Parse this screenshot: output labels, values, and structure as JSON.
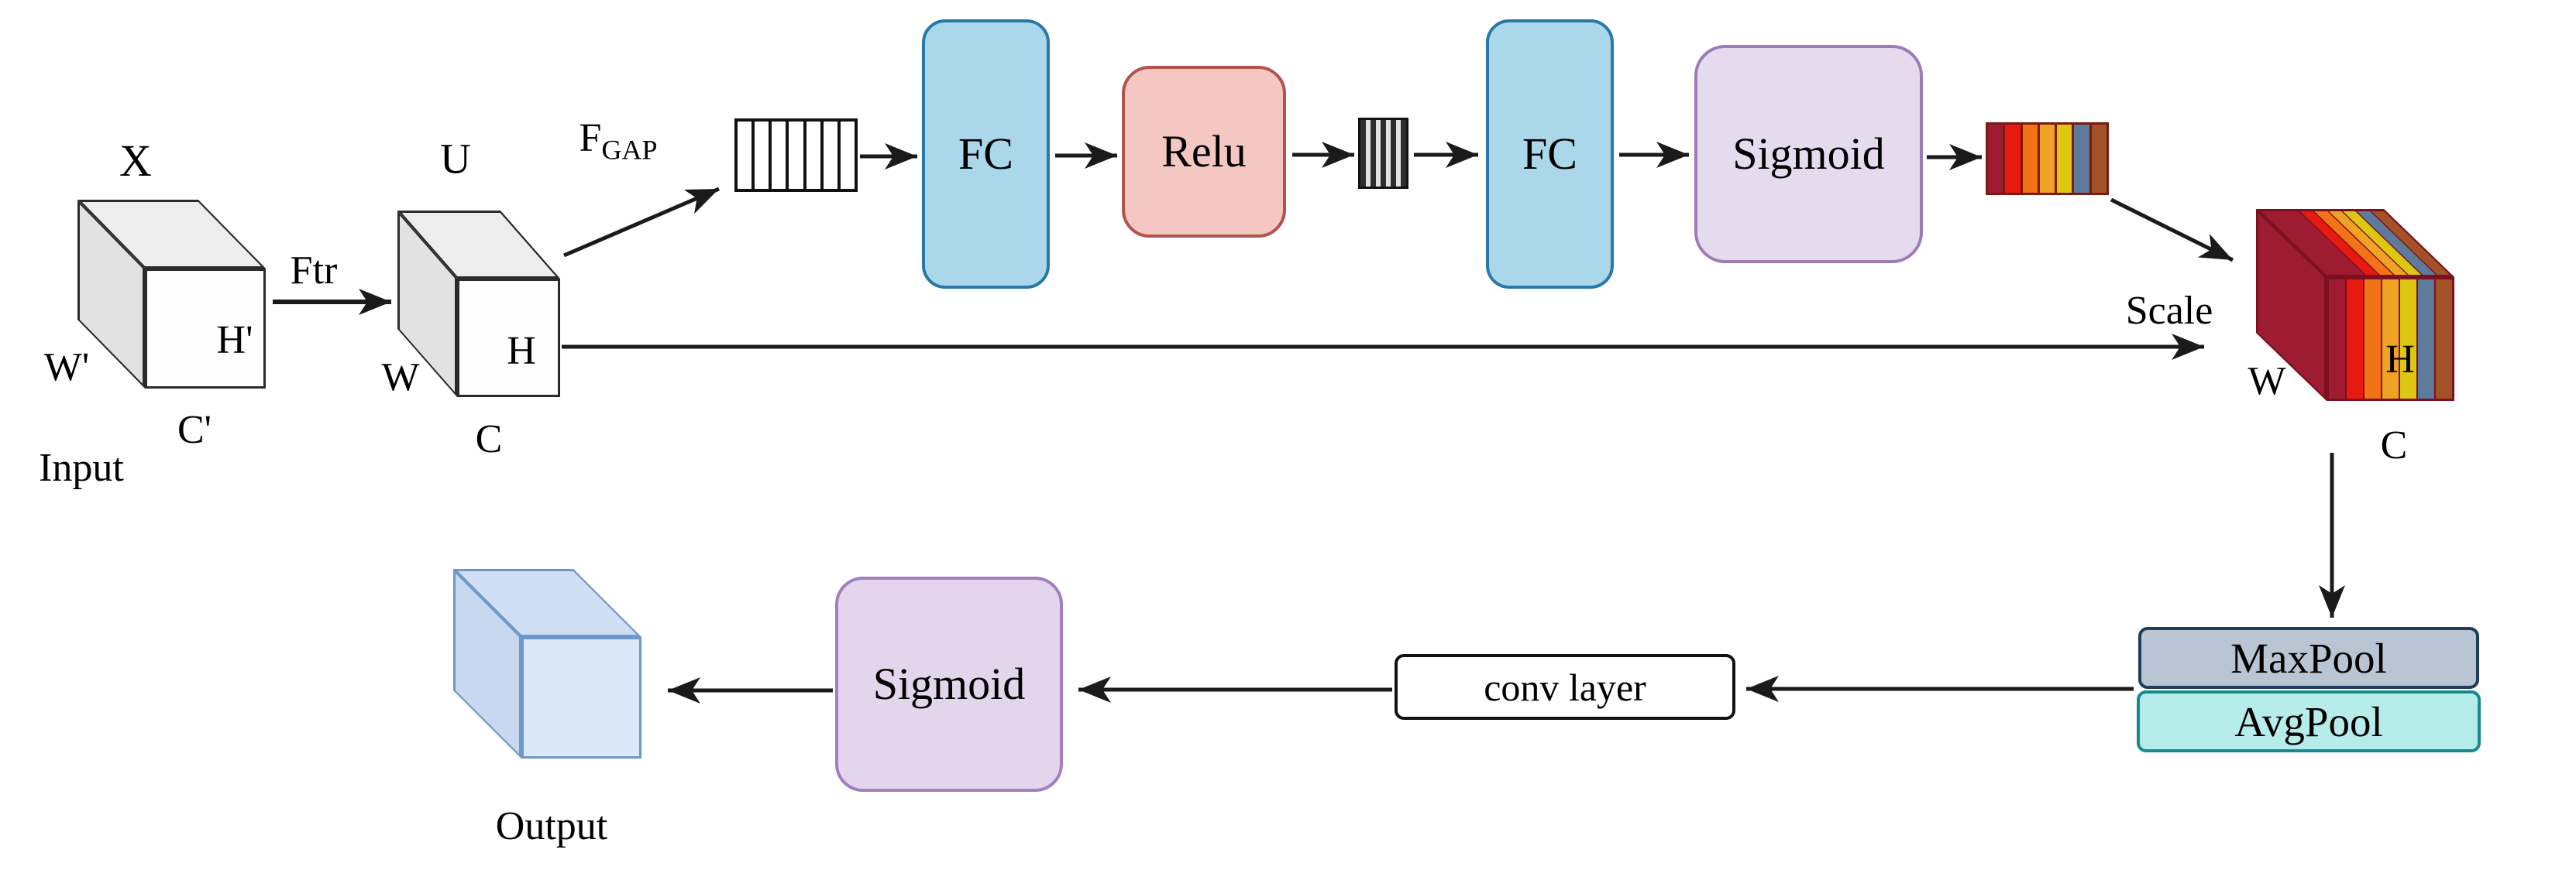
{
  "diagram": {
    "input_block": {
      "tensor_label": "X",
      "width_label": "W'",
      "height_label": "H'",
      "channel_label": "C'",
      "caption": "Input"
    },
    "ftr_arrow": {
      "label": "Ftr"
    },
    "u_block": {
      "tensor_label": "U",
      "width_label": "W",
      "height_label": "H",
      "channel_label": "C"
    },
    "gap_arrow": {
      "label_main": "F",
      "label_sub": "GAP"
    },
    "fc1": {
      "label": "FC"
    },
    "relu": {
      "label": "Relu"
    },
    "fc2": {
      "label": "FC"
    },
    "sigmoid_channel": {
      "label": "Sigmoid"
    },
    "scale_arrow": {
      "label": "Scale"
    },
    "scaled_block": {
      "width_label": "W",
      "height_label": "H",
      "channel_label": "C"
    },
    "maxpool": {
      "label": "MaxPool"
    },
    "avgpool": {
      "label": "AvgPool"
    },
    "conv": {
      "label": "conv layer"
    },
    "sigmoid_spatial": {
      "label": "Sigmoid"
    },
    "output_block": {
      "caption": "Output"
    },
    "colors": {
      "fc_fill": "#abd7eb",
      "fc_border": "#2878a8",
      "relu_fill": "#f4c7c3",
      "relu_border": "#b2544c",
      "sigmoid_fill": "#e6dbee",
      "sigmoid_border": "#9b7cb6",
      "maxpool_fill": "#b9c5d3",
      "maxpool_border": "#1f3d5c",
      "avgpool_fill": "#b6ecea",
      "avgpool_border": "#178a90",
      "output_fill": "#dbe8f8",
      "output_border": "#6b97c9",
      "channel_bar_border": "#7a1a10",
      "arrow": "#1a1a1a"
    },
    "channel_bar_colors": [
      "#9e1b32",
      "#e8190f",
      "#f47216",
      "#f0a224",
      "#ddc713",
      "#5c7a99",
      "#a35227"
    ],
    "gap_vector_cells": [
      "#ffffff",
      "#ffffff",
      "#ffffff",
      "#ffffff",
      "#ffffff",
      "#ffffff",
      "#ffffff"
    ],
    "squeeze_vector_cells": [
      "#2e2e2e",
      "#e2e2e2",
      "#2e2e2e",
      "#e2e2e2",
      "#2e2e2e",
      "#e2e2e2",
      "#2e2e2e",
      "#e2e2e2",
      "#2e2e2e"
    ]
  }
}
